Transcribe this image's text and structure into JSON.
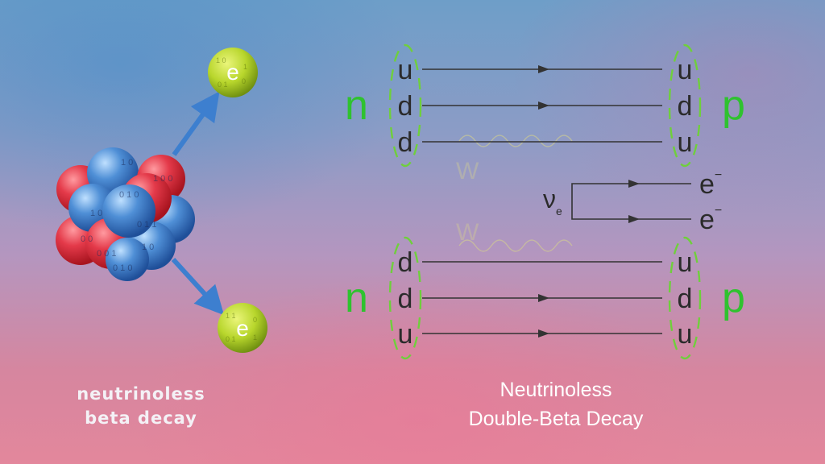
{
  "left_panel": {
    "electron_top": "e",
    "electron_bottom": "e",
    "caption_line1": "neutrinoless",
    "caption_line2": "beta decay"
  },
  "feynman": {
    "top_left_label": "n",
    "top_right_label": "p",
    "bottom_left_label": "n",
    "bottom_right_label": "p",
    "top_in_quarks": [
      "u",
      "d",
      "d"
    ],
    "top_out_quarks": [
      "u",
      "d",
      "u"
    ],
    "bottom_in_quarks": [
      "d",
      "d",
      "u"
    ],
    "bottom_out_quarks": [
      "u",
      "d",
      "u"
    ],
    "boson_top": "W",
    "boson_bottom": "W",
    "neutrino": "ν",
    "neutrino_subscript": "e",
    "electron_out_1": "e",
    "electron_out_2": "e",
    "electron_charge": "−",
    "caption_line1": "Neutrinoless",
    "caption_line2": "Double-Beta Decay"
  },
  "colors": {
    "nucleon_label_green": "#2fc22f",
    "dashed_green": "#6fcf3c",
    "quark_text": "#2b2b2b",
    "proton_red": "#e43a4a",
    "neutron_blue": "#4f8fd6",
    "electron_green": "#b8d62c",
    "arrow_blue": "#3d7fcf"
  }
}
